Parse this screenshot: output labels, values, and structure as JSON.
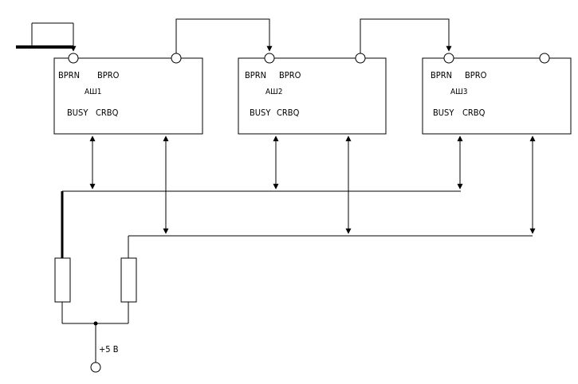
{
  "blocks": [
    {
      "id": "ash1",
      "name": "АШ1",
      "bprn": "BPRN",
      "bpro": "BPRO",
      "busy": "BUSY",
      "crbq": "CRBQ"
    },
    {
      "id": "ash2",
      "name": "АШ2",
      "bprn": "BPRN",
      "bpro": "BPRO",
      "busy": "BUSY",
      "crbq": "CRBQ"
    },
    {
      "id": "ash3",
      "name": "АШ3",
      "bprn": "BPRN",
      "bpro": "BPRO",
      "busy": "BUSY",
      "crbq": "CRBQ"
    }
  ],
  "supply": {
    "label": "+5 В"
  }
}
